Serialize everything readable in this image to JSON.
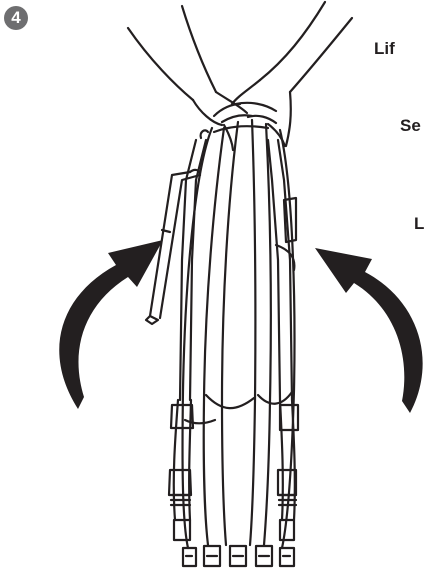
{
  "step_number": "4",
  "side_text": [
    "Lif",
    "Se",
    "L"
  ],
  "colors": {
    "line": "#231f20",
    "badge": "#6e6e70",
    "background": "#ffffff"
  }
}
